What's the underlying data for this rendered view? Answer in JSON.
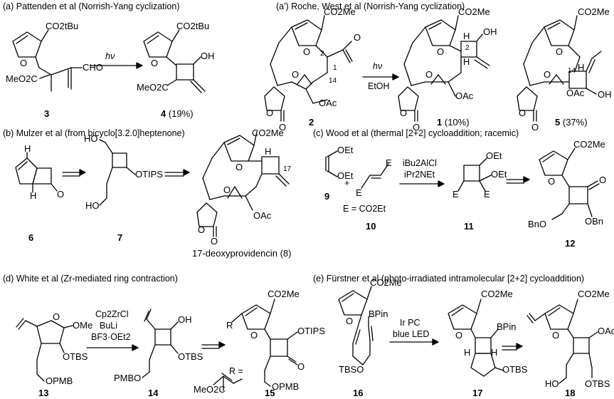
{
  "panels": {
    "a": {
      "title": "(a) Pattenden et al (Norrish-Yang cyclization)"
    },
    "a2": {
      "title": "(a') Roche, West et al (Norrish-Yang cyclization)"
    },
    "b": {
      "title": "(b) Mulzer et al (from bicyclo[3.2.0]heptenone)"
    },
    "c": {
      "title": "(c) Wood et al (thermal [2+2] cycloaddition; racemic)"
    },
    "d": {
      "title": "(d) White et al (Zr-mediated ring contraction)"
    },
    "e": {
      "title": "(e) Fürstner et al (photo-irradiated intramolecular [2+2] cycloaddition)"
    }
  },
  "compounds": {
    "c3": {
      "number": "3"
    },
    "c4": {
      "number": "4",
      "yield": "(19%)"
    },
    "c2": {
      "number": "2"
    },
    "c1": {
      "number": "1",
      "yield": "(10%)"
    },
    "c5": {
      "number": "5",
      "yield": "(37%)"
    },
    "c6": {
      "number": "6"
    },
    "c7": {
      "number": "7"
    },
    "c8": {
      "name": "17-deoxyprovidencin (8)"
    },
    "c9": {
      "number": "9"
    },
    "c10": {
      "number": "10"
    },
    "c11": {
      "number": "11"
    },
    "c12": {
      "number": "12"
    },
    "c13": {
      "number": "13"
    },
    "c14": {
      "number": "14"
    },
    "c15": {
      "number": "15"
    },
    "c16": {
      "number": "16"
    },
    "c17": {
      "number": "17"
    },
    "c18": {
      "number": "18"
    }
  },
  "conditions": {
    "a": {
      "line1": "hν"
    },
    "a2": {
      "line1": "hν",
      "line2": "EtOH"
    },
    "c": {
      "line1": "iBu2AlCl",
      "line2": "iPr2NEt",
      "plus": "+",
      "e_def": "E = CO2Et"
    },
    "d": {
      "line1": "Cp2ZrCl",
      "line2": "BuLi",
      "line3": "BF3·OEt2",
      "r_def": "R ="
    },
    "e": {
      "line1": "Ir PC",
      "line2": "blue LED"
    }
  },
  "atom_labels": {
    "co2tbu": "CO2tBu",
    "meo2c": "MeO2C",
    "cho": "CHO",
    "oh": "OH",
    "o": "O",
    "co2me": "CO2Me",
    "oac": "OAc",
    "h": "H",
    "otips": "OTIPS",
    "ho": "HO",
    "oet": "OEt",
    "e": "E",
    "bno": "BnO",
    "obn": "OBn",
    "ome": "OMe",
    "otbs": "OTBS",
    "opmb": "OPMB",
    "pmbo": "PMBO",
    "r": "R",
    "meo2c_r": "MeO2C",
    "bpin": "BPin",
    "tbso": "TBSO"
  },
  "locants": {
    "n2": "2",
    "n1": "1",
    "n14": "14",
    "n17": "17"
  }
}
